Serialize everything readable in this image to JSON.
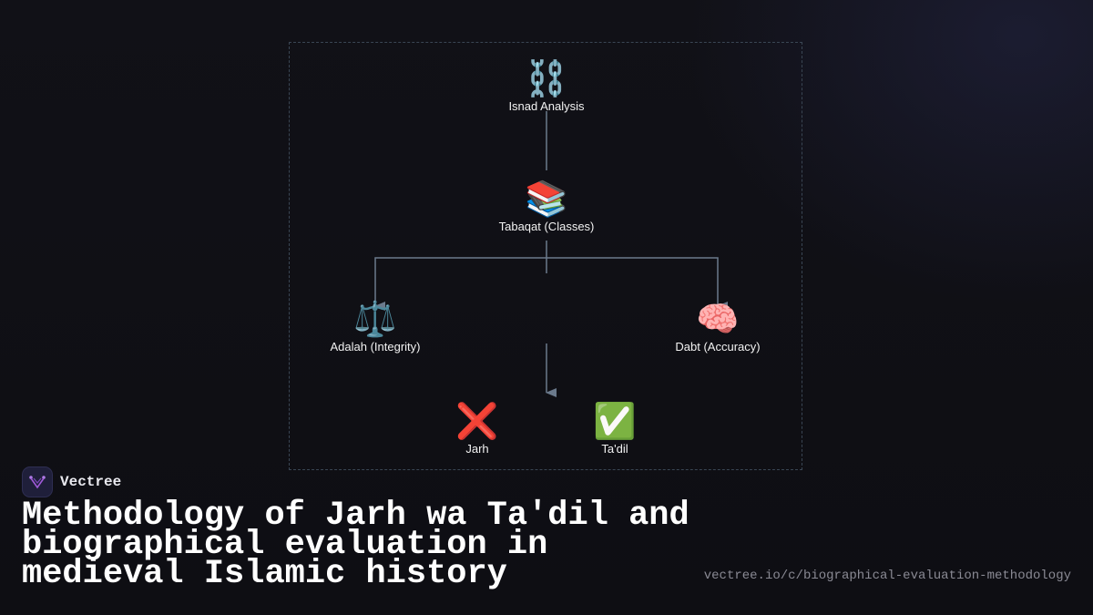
{
  "brand": {
    "name": "Vectree"
  },
  "page": {
    "title": "Methodology of Jarh wa Ta'dil and biographical evaluation in medieval Islamic history",
    "url": "vectree.io/c/biographical-evaluation-methodology"
  },
  "diagram": {
    "nodes": {
      "isnad": {
        "icon": "⛓️",
        "icon_name": "chain-icon",
        "label": "Isnad Analysis"
      },
      "tabaqat": {
        "icon": "📚",
        "icon_name": "books-icon",
        "label": "Tabaqat (Classes)"
      },
      "adalah": {
        "icon": "⚖️",
        "icon_name": "scales-icon",
        "label": "Adalah (Integrity)"
      },
      "dabt": {
        "icon": "🧠",
        "icon_name": "brain-icon",
        "label": "Dabt (Accuracy)"
      },
      "jarh": {
        "icon": "❌",
        "icon_name": "cross-mark-icon",
        "label": "Jarh"
      },
      "tadil": {
        "icon": "✅",
        "icon_name": "check-mark-icon",
        "label": "Ta'dil"
      }
    },
    "colors": {
      "connector": "#6b7a8c",
      "frame": "#3a4654",
      "background": "#0f0f14"
    }
  }
}
